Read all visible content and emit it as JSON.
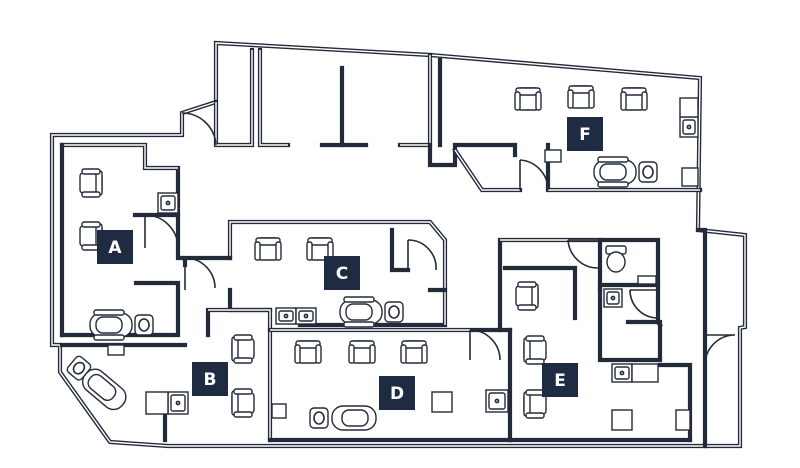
{
  "colors": {
    "wall": "#232b3a",
    "label_bg": "#1f2b43",
    "label_text": "#ffffff",
    "background": "#ffffff"
  },
  "rooms": [
    {
      "id": "A",
      "label": "A"
    },
    {
      "id": "B",
      "label": "B"
    },
    {
      "id": "C",
      "label": "C"
    },
    {
      "id": "D",
      "label": "D"
    },
    {
      "id": "E",
      "label": "E"
    },
    {
      "id": "F",
      "label": "F"
    }
  ]
}
